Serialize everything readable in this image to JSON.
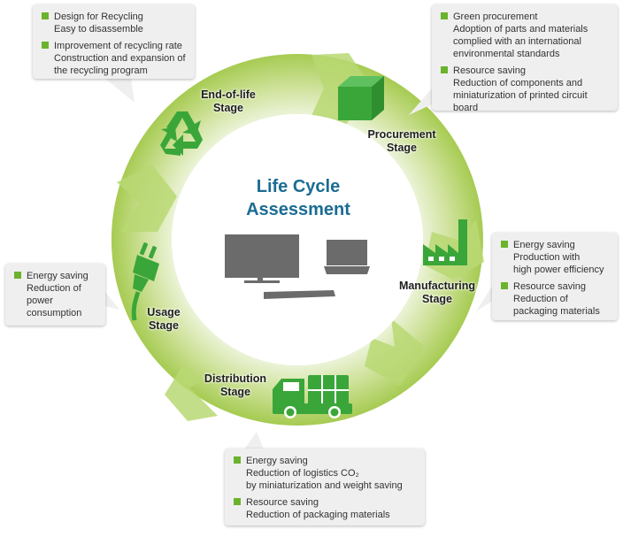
{
  "center": {
    "title": "Life Cycle\nAssessment"
  },
  "stages": {
    "end_of_life": "End-of-life\nStage",
    "procurement": "Procurement\nStage",
    "manufacturing": "Manufacturing\nStage",
    "distribution": "Distribution\nStage",
    "usage": "Usage\nStage"
  },
  "callouts": {
    "end_of_life": [
      {
        "head": "Design for Recycling",
        "desc": "Easy to disassemble"
      },
      {
        "head": "Improvement of recycling rate",
        "desc": "Construction and expansion of\nthe recycling program"
      }
    ],
    "procurement": [
      {
        "head": "Green procurement",
        "desc": "Adoption of parts and materials\ncomplied with an international\nenvironmental standards"
      },
      {
        "head": "Resource saving",
        "desc": "Reduction of  components and\nminiaturization of  printed circuit\nboard"
      }
    ],
    "manufacturing": [
      {
        "head": "Energy saving",
        "desc": "Production with\nhigh power efficiency"
      },
      {
        "head": "Resource saving",
        "desc": "Reduction of\npackaging materials"
      }
    ],
    "usage": [
      {
        "head": "Energy saving",
        "desc": "Reduction of\npower\nconsumption"
      }
    ],
    "distribution": [
      {
        "head": "Energy saving",
        "desc": "Reduction of logistics CO₂\nby miniaturization and weight saving"
      },
      {
        "head": "Resource saving",
        "desc": "Reduction of packaging materials"
      }
    ]
  },
  "colors": {
    "accent_green": "#6bb32c",
    "icon_green": "#3aa63a",
    "ring_light": "#e3eec8",
    "ring_dark": "#a8cd55",
    "title_blue": "#1b6c93",
    "device_gray": "#6b6b6b",
    "callout_bg": "#efefef"
  },
  "icons": [
    "recycle-icon",
    "cube-icon",
    "factory-icon",
    "truck-icon",
    "plug-icon",
    "monitor-icon",
    "laptop-icon",
    "soundbar-icon"
  ]
}
